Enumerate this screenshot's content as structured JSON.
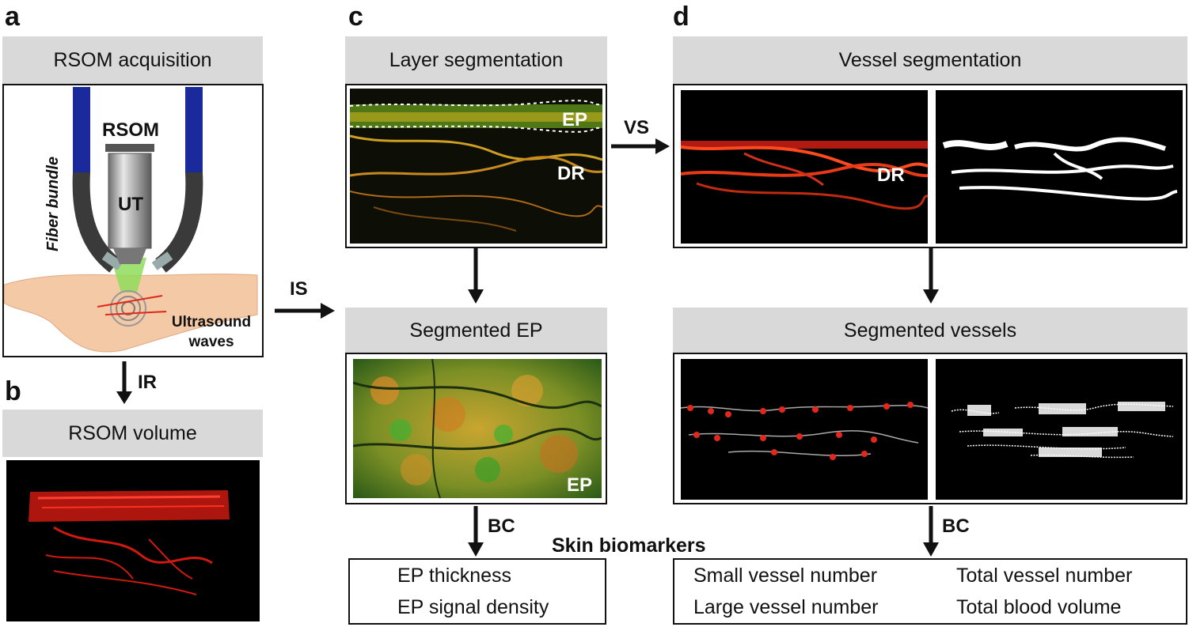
{
  "panels": {
    "a": {
      "letter": "a",
      "title": "RSOM acquisition",
      "labels": {
        "fiber": "Fiber bundle",
        "rsom": "RSOM",
        "ut": "UT",
        "ultrasound_line1": "Ultrasound",
        "ultrasound_line2": "waves"
      }
    },
    "b": {
      "letter": "b",
      "title": "RSOM volume"
    },
    "c": {
      "letter": "c",
      "title_top": "Layer segmentation",
      "title_bottom": "Segmented EP",
      "labels": {
        "ep": "EP",
        "dr": "DR",
        "ep_bottom": "EP"
      }
    },
    "d": {
      "letter": "d",
      "title_top": "Vessel segmentation",
      "title_bottom": "Segmented vessels",
      "labels": {
        "dr": "DR"
      }
    }
  },
  "arrows": {
    "ir": "IR",
    "is": "IS",
    "vs": "VS",
    "bc_left": "BC",
    "bc_right": "BC"
  },
  "biomarkers": {
    "title": "Skin biomarkers",
    "ep_metrics": [
      "EP thickness",
      "EP signal density"
    ],
    "vessel_metrics": [
      "Small vessel number",
      "Large vessel number",
      "Total vessel number",
      "Total blood volume"
    ]
  },
  "colors": {
    "header_bg": "#d9d9d9",
    "vessel_red": "#e0281c",
    "ep_green": "#3fae2a",
    "fiber_blue": "#1a2a9c",
    "beam_green": "#8fdc5a"
  }
}
